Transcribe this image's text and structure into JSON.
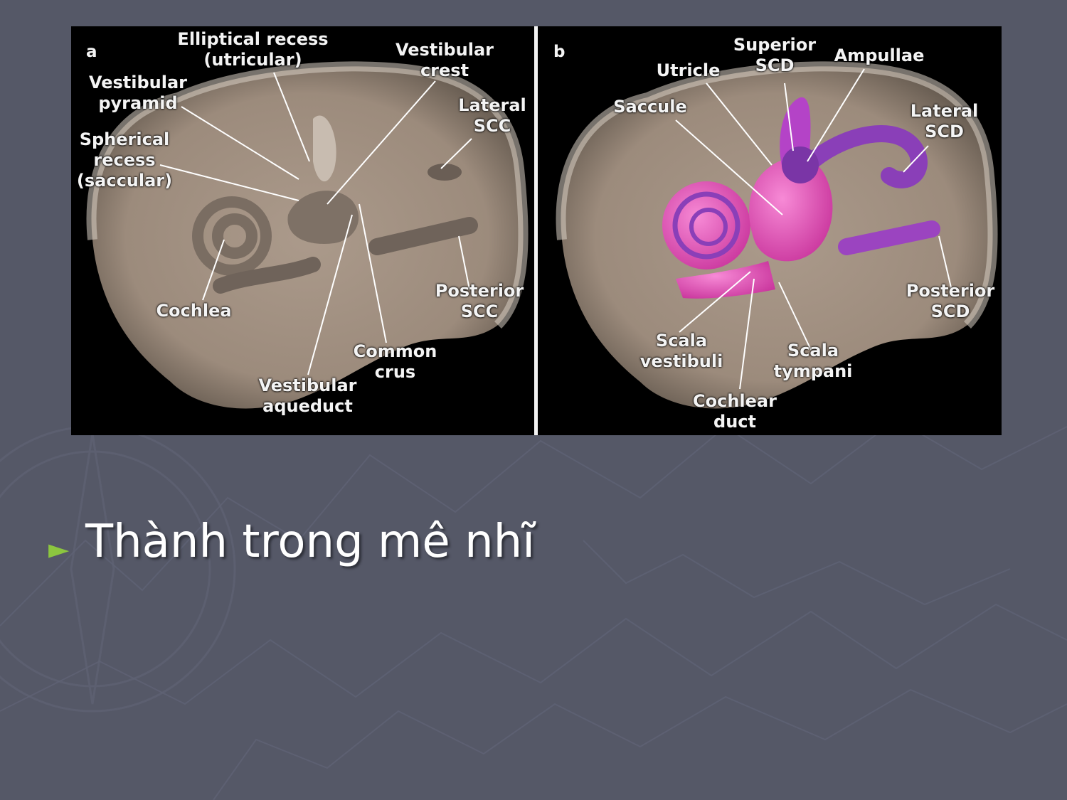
{
  "slide": {
    "bullet_icon": "triangle-right-icon",
    "bullet_color": "#8cc63f",
    "bullet_text": "Thành trong mê nhĩ",
    "background_color": "#555867"
  },
  "figure": {
    "panel_a": {
      "letter": "a",
      "labels": {
        "elliptical_recess": "Elliptical recess\n(utricular)",
        "vestibular_crest": "Vestibular\ncrest",
        "vestibular_pyramid": "Vestibular\npyramid",
        "lateral_scc": "Lateral\nSCC",
        "spherical_recess": "Spherical\nrecess\n(saccular)",
        "cochlea": "Cochlea",
        "posterior_scc": "Posterior\nSCC",
        "common_crus": "Common\ncrus",
        "vestibular_aqueduct": "Vestibular\naqueduct"
      }
    },
    "panel_b": {
      "letter": "b",
      "labels": {
        "superior_scd": "Superior\nSCD",
        "utricle": "Utricle",
        "ampullae": "Ampullae",
        "saccule": "Saccule",
        "lateral_scd": "Lateral\nSCD",
        "posterior_scd": "Posterior\nSCD",
        "scala_vestibuli": "Scala\nvestibuli",
        "scala_tympani": "Scala\ntympani",
        "cochlear_duct": "Cochlear\nduct"
      }
    },
    "colors": {
      "bone": "#a89686",
      "labyrinth_pink": "#e04ab5",
      "labyrinth_purple": "#8a3fb8"
    }
  }
}
